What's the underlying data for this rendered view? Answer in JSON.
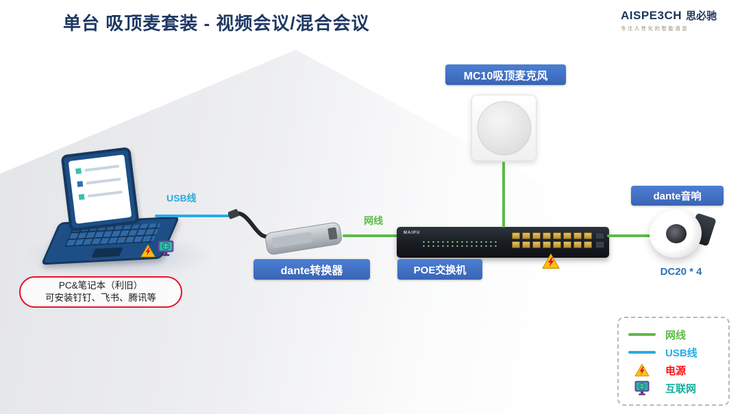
{
  "header": {
    "title": "单台 吸顶麦套装 - 视频会议/混合会议",
    "logo_brand": "AISPE3CH",
    "logo_cn": "思必驰",
    "logo_tagline": "专注人性化的智能语音"
  },
  "diagram": {
    "mic_label": "MC10吸顶麦克风",
    "converter_label": "dante转换器",
    "switch_label": "POE交换机",
    "speaker_label": "dante音响",
    "speaker_model": "DC20 * 4",
    "usb_label": "USB线",
    "lan_label": "网线",
    "switch_brand": "MAIPU",
    "note_line1": "PC&笔记本（利旧）",
    "note_line2": "可安装钉钉、飞书、腾讯等"
  },
  "legend": {
    "lan": "网线",
    "usb": "USB线",
    "power": "电源",
    "internet": "互联网"
  },
  "icons": {
    "power": "warning-triangle-lightning-icon",
    "internet": "monitor-globe-icon"
  },
  "colors": {
    "title": "#1F3864",
    "label_bg": "#3F6FC4",
    "usb_line": "#29ABE2",
    "lan_line": "#5CBB47",
    "power_text": "#FF1010",
    "internet_text": "#18AE9C",
    "note_border": "#E8112D"
  }
}
